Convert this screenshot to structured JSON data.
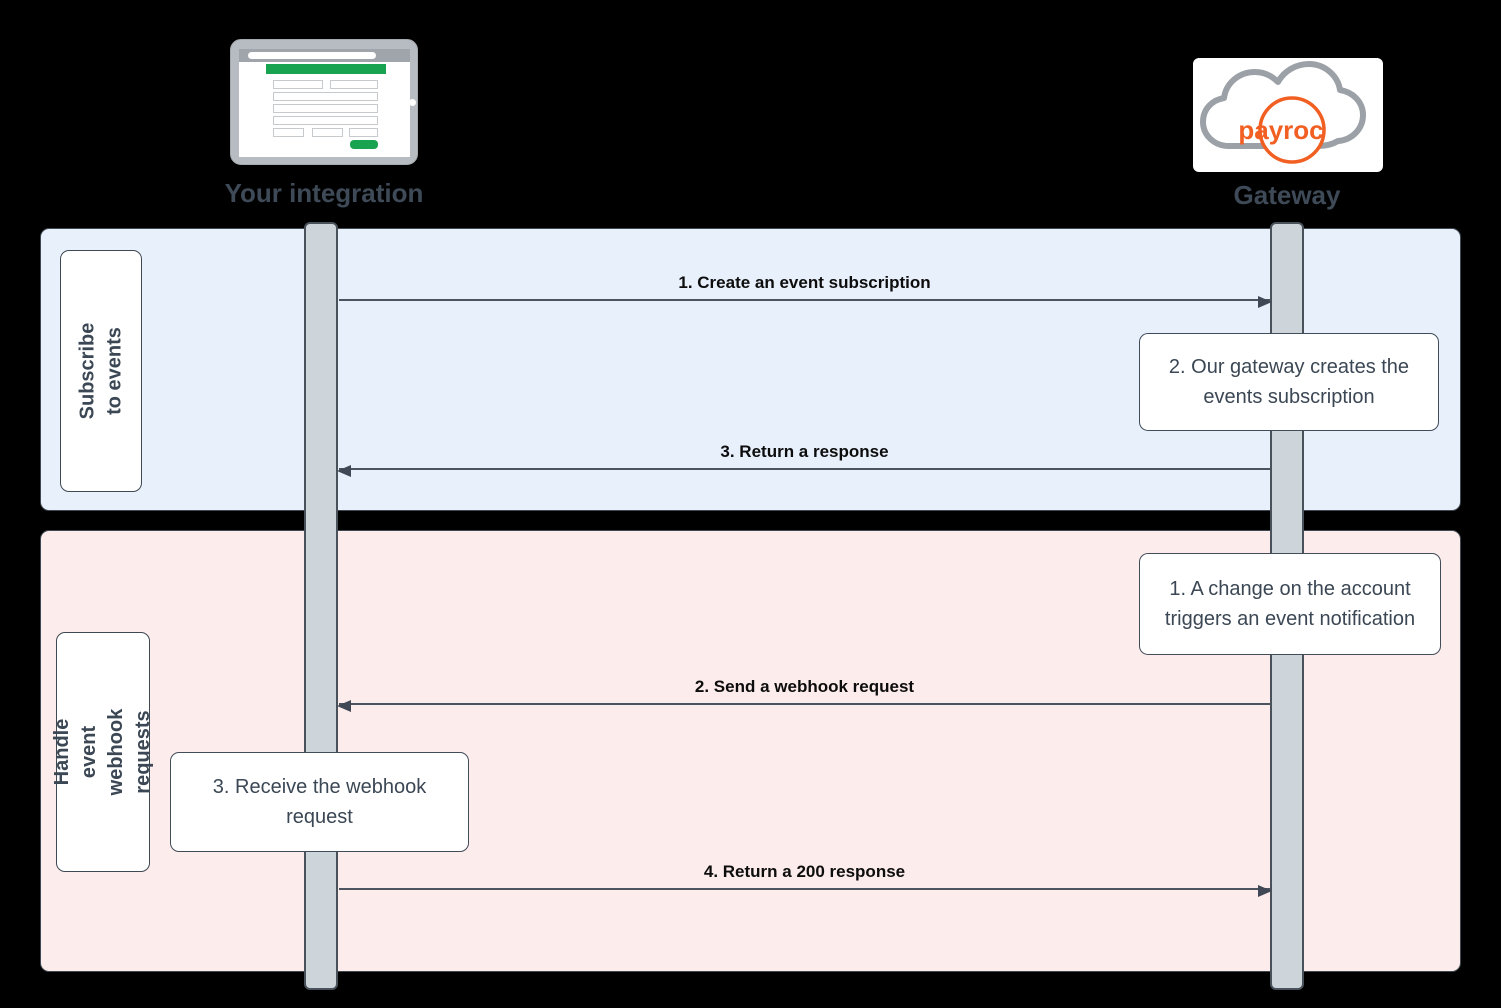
{
  "actors": {
    "integration": {
      "label": "Your integration"
    },
    "gateway": {
      "label": "Gateway",
      "logo_text": "payroc"
    }
  },
  "lanes": {
    "subscribe": {
      "title": "Subscribe to events",
      "msg_create": "1. Create an event subscription",
      "note_create": "2. Our gateway creates the events subscription",
      "msg_response": "3. Return a response"
    },
    "handle": {
      "title": "Handle event\nwebhook requests",
      "note_trigger": "1. A change on the account triggers an event notification",
      "msg_webhook": "2. Send a webhook request",
      "note_receive": "3. Receive the webhook request",
      "msg_200": "4. Return a 200 response"
    }
  },
  "colors": {
    "background": "#000000",
    "lane_subscribe_bg": "#e8f0fb",
    "lane_handle_bg": "#fceceb",
    "lifeline_bar": "#cdd4da",
    "accent_green": "#18a350",
    "payroc_orange": "#f15f22",
    "cloud_gray": "#9ba1a6",
    "text_dark": "#3b4754"
  }
}
